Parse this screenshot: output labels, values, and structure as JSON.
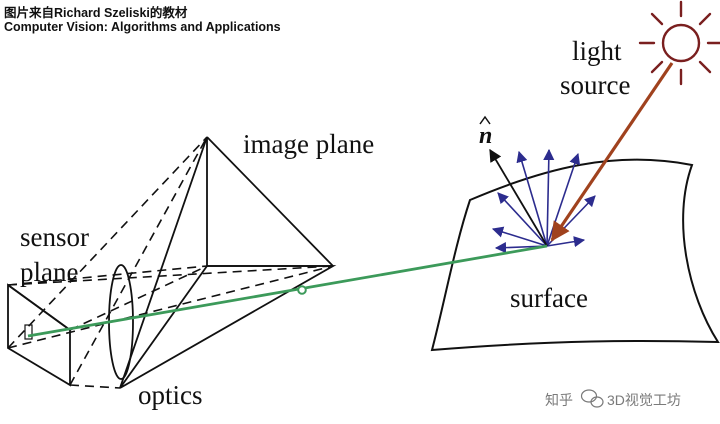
{
  "caption": {
    "line1": "图片来自Richard Szeliski的教材",
    "line2": "Computer Vision: Algorithms and Applications"
  },
  "labels": {
    "light_source_line1": "light",
    "light_source_line2": "source",
    "image_plane": "image plane",
    "sensor_plane_line1": "sensor",
    "sensor_plane_line2": "plane",
    "optics": "optics",
    "surface": "surface",
    "normal": "n"
  },
  "watermark": {
    "text": "3D视觉工坊",
    "icon": "wechat-icon"
  },
  "colors": {
    "sun": "#7a1f1f",
    "light_ray": "#a0421e",
    "reflect_arrows": "#2c2c8e",
    "principal_ray": "#3c9a5a",
    "lines": "#111111"
  }
}
